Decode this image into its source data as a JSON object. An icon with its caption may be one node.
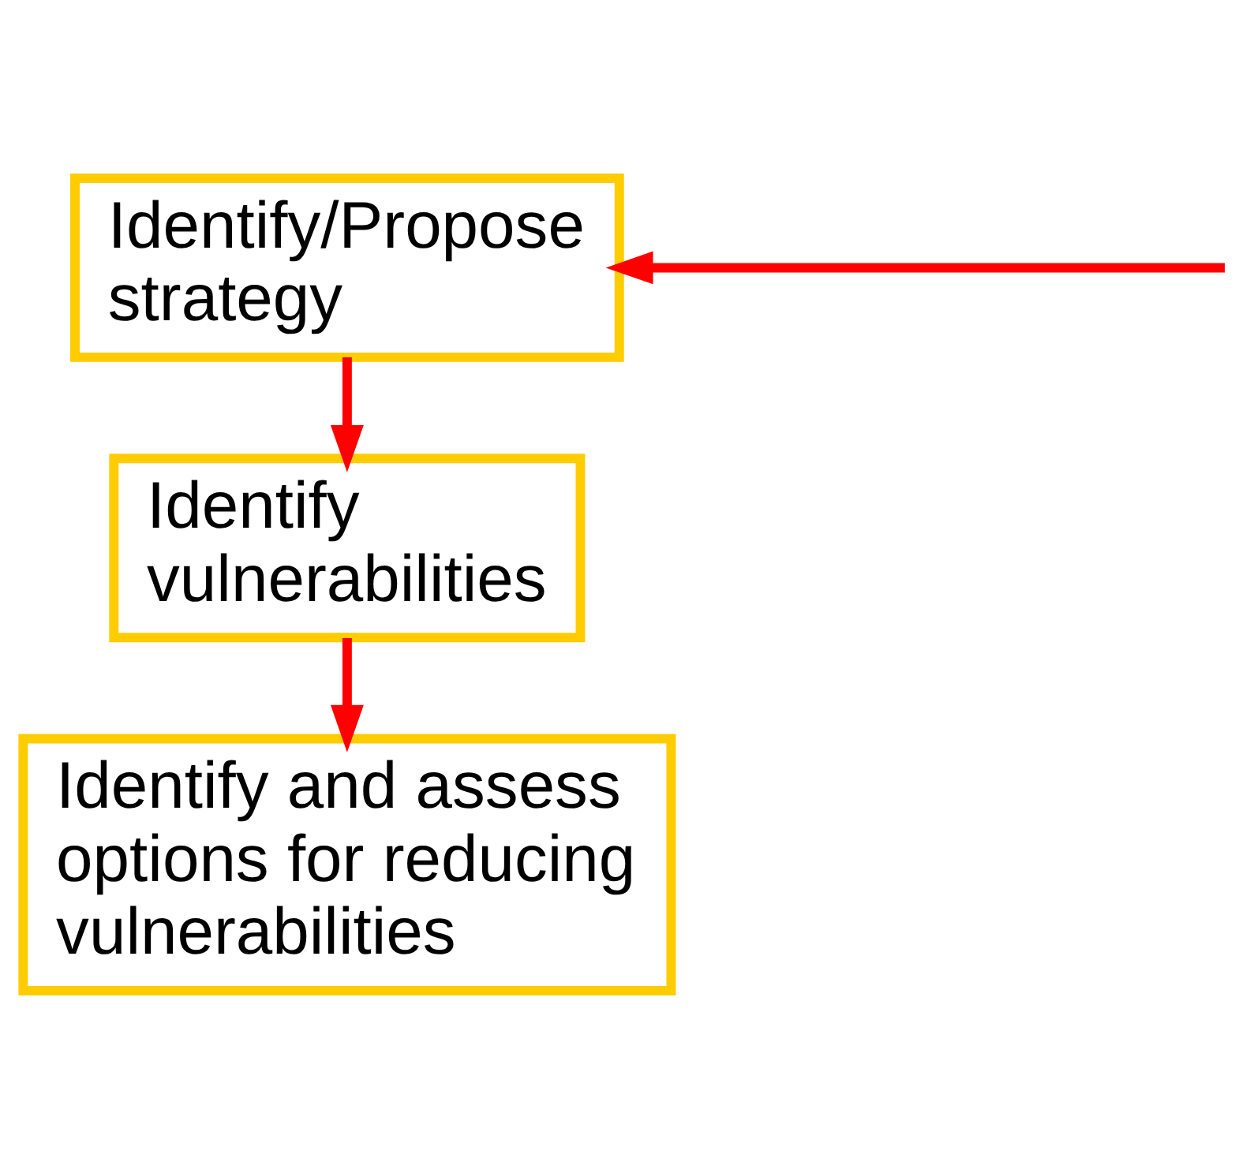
{
  "diagram": {
    "nodes": [
      {
        "text": [
          "Identify/Propose strategy"
        ]
      },
      {
        "text": [
          "Identify vulnerabilities"
        ]
      },
      {
        "text": [
          "Identify and assess options for reducing vulnerabilities"
        ]
      }
    ],
    "edges": [
      {
        "from": null,
        "to": 0,
        "arrow": "to"
      },
      {
        "from": 0,
        "to": 1,
        "arrow": "to"
      },
      {
        "from": 1,
        "to": 2,
        "arrow": "to"
      }
    ]
  }
}
